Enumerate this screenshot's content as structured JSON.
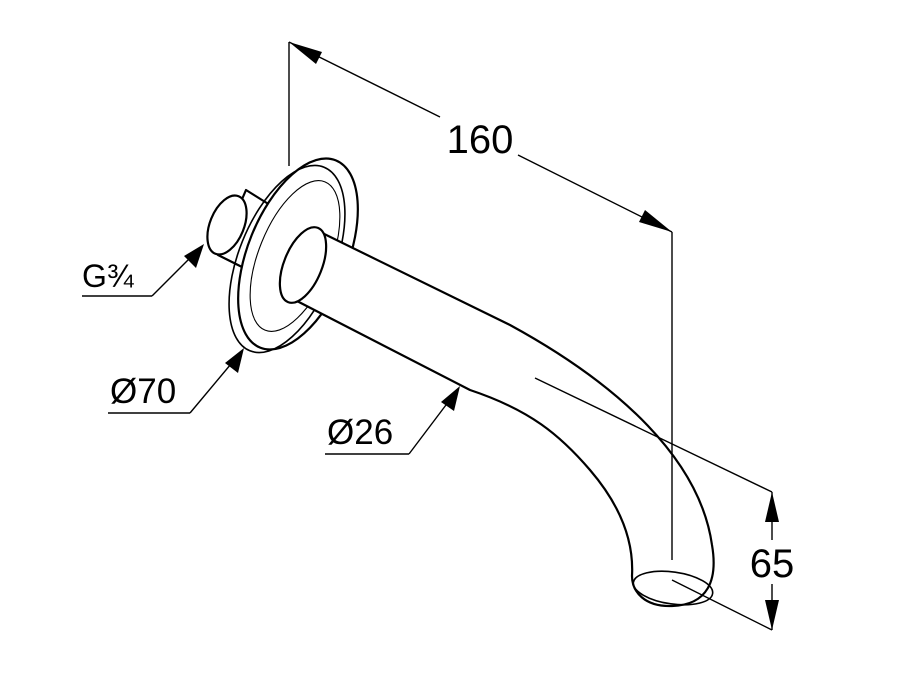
{
  "dimensions": {
    "length": "160",
    "height": "65",
    "thread": "G¾",
    "rosette_diameter": "Ø70",
    "spout_diameter": "Ø26"
  }
}
